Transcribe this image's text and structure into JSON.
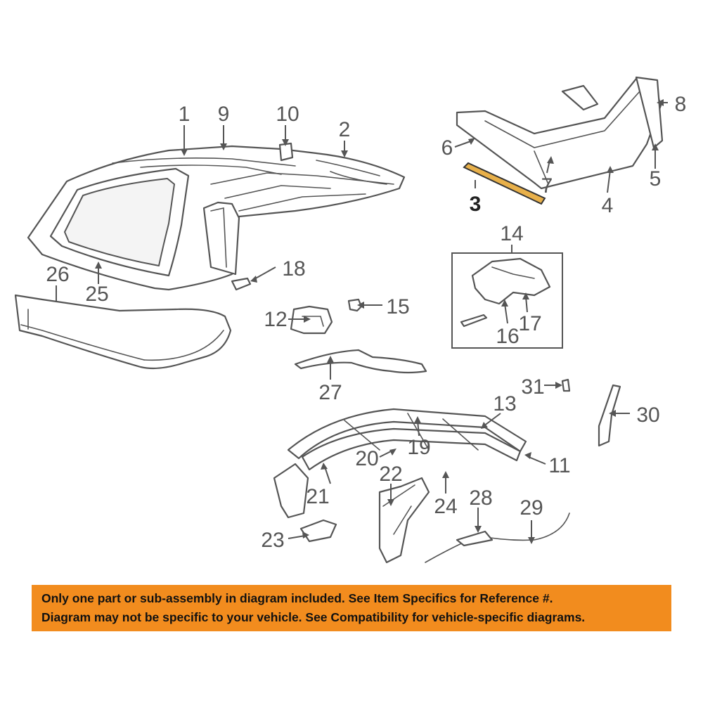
{
  "callouts": {
    "c1": "1",
    "c2": "2",
    "c3": "3",
    "c4": "4",
    "c5": "5",
    "c6": "6",
    "c7": "7",
    "c8": "8",
    "c9": "9",
    "c10": "10",
    "c11": "11",
    "c12": "12",
    "c13": "13",
    "c14": "14",
    "c15": "15",
    "c16": "16",
    "c17": "17",
    "c18": "18",
    "c19": "19",
    "c20": "20",
    "c21": "21",
    "c22": "22",
    "c23": "23",
    "c24": "24",
    "c25": "25",
    "c26": "26",
    "c27": "27",
    "c28": "28",
    "c29": "29",
    "c30": "30",
    "c31": "31"
  },
  "highlighted_part": "3",
  "colors": {
    "highlight": "#e8b04a",
    "notice_bg": "#f28c1e",
    "line": "#555555"
  },
  "notice": {
    "line1": "Only one part or sub-assembly in diagram included. See Item Specifics for Reference #.",
    "line2": "Diagram may not be specific to your vehicle. See Compatibility for vehicle-specific diagrams."
  }
}
